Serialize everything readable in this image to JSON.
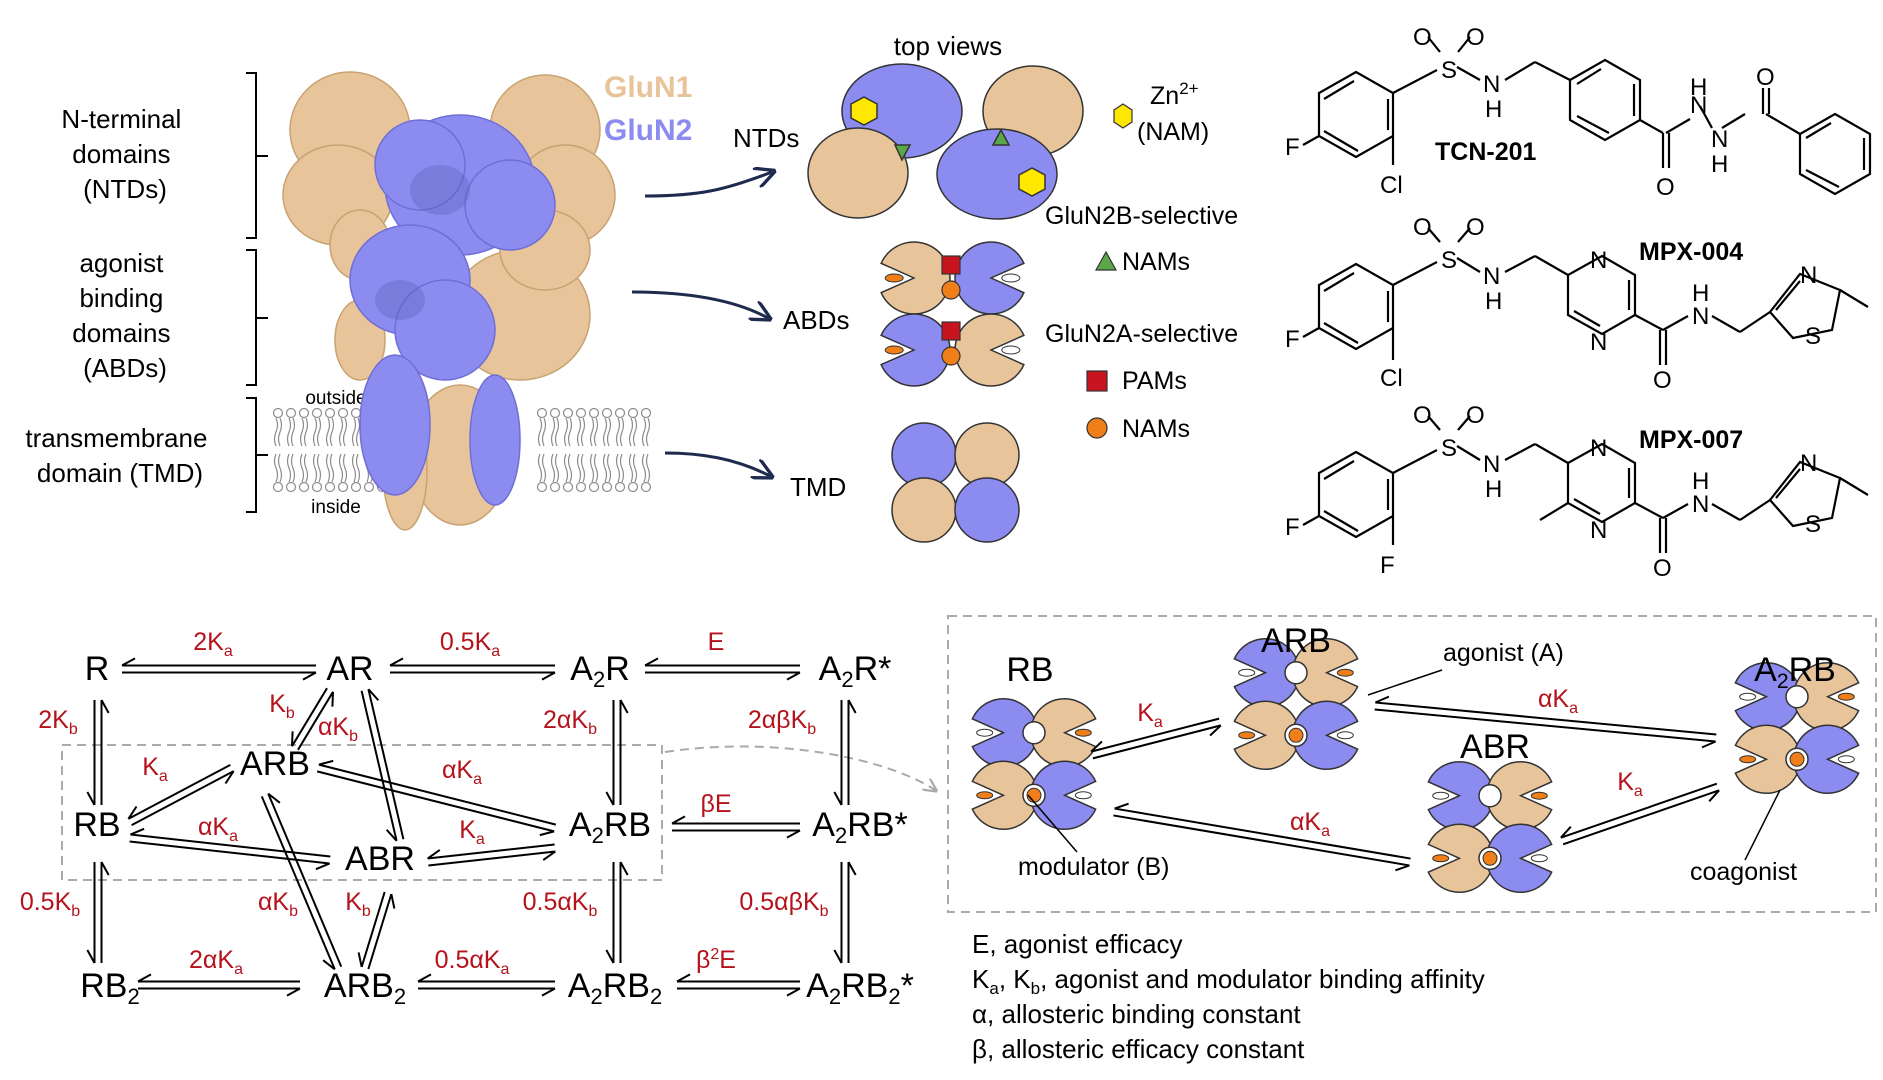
{
  "colors": {
    "glun1": "#E8C49A",
    "glun2": "#8C8CF0",
    "glun1_edge": "#B08A5E",
    "glun2_edge": "#5D5DB8",
    "arrow_navy": "#1E2A4E",
    "rate_red": "#B5121B",
    "zn": "#FFE800",
    "nam2b": "#5BA84A",
    "pam2a": "#C8141E",
    "nam2a": "#F07F1A",
    "dash": "#AAAAAA"
  },
  "structure": {
    "labels": {
      "ntd": [
        "N-terminal",
        "domains",
        "(NTDs)"
      ],
      "abd": [
        "agonist",
        "binding",
        "domains",
        "(ABDs)"
      ],
      "tmd": [
        "transmembrane",
        "domain (TMD)"
      ]
    },
    "legend": {
      "glun1": "GluN1",
      "glun2": "GluN2"
    },
    "membrane": {
      "outside": "outside",
      "inside": "inside"
    },
    "icon": "protein-surface-illustration"
  },
  "top_views": {
    "title": "top views",
    "ntd": "NTDs",
    "abd": "ABDs",
    "tmd": "TMD",
    "zn_label": "Zn",
    "zn_sup": "2+",
    "zn_sub": "(NAM)",
    "glun2b_title": "GluN2B-selective",
    "glun2b_nams": "NAMs",
    "glun2a_title": "GluN2A-selective",
    "glun2a_pams": "PAMs",
    "glun2a_nams": "NAMs"
  },
  "compounds": [
    {
      "name": "TCN-201",
      "F": "F",
      "Cl": "Cl",
      "S": "S",
      "O1": "O",
      "O2": "O",
      "N1": "N",
      "H1": "H",
      "O3": "O",
      "N2": "N",
      "H2": "H",
      "N3": "N",
      "H3": "H",
      "O4": "O"
    },
    {
      "name": "MPX-004",
      "F": "F",
      "Cl": "Cl",
      "S": "S",
      "O1": "O",
      "O2": "O",
      "N1": "N",
      "H1": "H",
      "Nr1": "N",
      "Nr2": "N",
      "O3": "O",
      "N2": "N",
      "H2": "H",
      "Nt": "N",
      "St": "S"
    },
    {
      "name": "MPX-007",
      "F": "F",
      "F2": "F",
      "S": "S",
      "O1": "O",
      "O2": "O",
      "N1": "N",
      "H1": "H",
      "Nr1": "N",
      "Nr2": "N",
      "O3": "O",
      "N2": "N",
      "H2": "H",
      "Nt": "N",
      "St": "S"
    }
  ],
  "scheme": {
    "states": {
      "R": {
        "t": "R"
      },
      "AR": {
        "t": "AR"
      },
      "A2R": {
        "t": "A",
        "s": "2",
        "u": "R"
      },
      "A2Rs": {
        "t": "A",
        "s": "2",
        "u": "R*"
      },
      "ARB": {
        "t": "ARB"
      },
      "RB": {
        "t": "RB"
      },
      "ABR": {
        "t": "ABR"
      },
      "A2RB": {
        "t": "A",
        "s": "2",
        "u": "RB"
      },
      "A2RBs": {
        "t": "A",
        "s": "2",
        "u": "RB*"
      },
      "RB2": {
        "t": "RB",
        "s": "2"
      },
      "ARB2": {
        "t": "ARB",
        "s": "2"
      },
      "A2RB2": {
        "t": "A",
        "s": "2",
        "u": "RB",
        "s2": "2"
      },
      "A2RB2s": {
        "t": "A",
        "s": "2",
        "u": "RB",
        "s2": "2",
        "v": "*"
      }
    },
    "rates": {
      "r_R_AR": {
        "t": "2K",
        "s": "a"
      },
      "r_AR_A2R": {
        "t": "0.5K",
        "s": "a"
      },
      "r_E": {
        "t": "E"
      },
      "r_R_RB": {
        "t": "2K",
        "s": "b"
      },
      "r_AR_ARB": {
        "t": "K",
        "s": "b"
      },
      "r_AR_ABR": {
        "t": "αK",
        "s": "b"
      },
      "r_A2R_A2RB": {
        "t": "2αK",
        "s": "b"
      },
      "r_A2Rs_A2RBs": {
        "t": "2αβK",
        "s": "b"
      },
      "r_RB_ARB": {
        "t": "K",
        "s": "a"
      },
      "r_ARB_A2RB": {
        "t": "αK",
        "s": "a"
      },
      "r_RB_ABR": {
        "t": "αK",
        "s": "a"
      },
      "r_ABR_A2RB": {
        "t": "K",
        "s": "a"
      },
      "r_bE": {
        "t": "βE"
      },
      "r_RB_RB2": {
        "t": "0.5K",
        "s": "b"
      },
      "r_ARB_ARB2": {
        "t": "αK",
        "s": "b"
      },
      "r_ABR_ARB2": {
        "t": "K",
        "s": "b"
      },
      "r_A2RB_A2RB2": {
        "t": "0.5αK",
        "s": "b"
      },
      "r_A2RBs_A2RB2s": {
        "t": "0.5αβK",
        "s": "b"
      },
      "r_RB2_ARB2": {
        "t": "2αK",
        "s": "a"
      },
      "r_ARB2_A2RB2": {
        "t": "0.5αK",
        "s": "a"
      },
      "r_b2E": {
        "t": "β",
        "sup": "2",
        "u": "E"
      }
    }
  },
  "inset": {
    "RB": "RB",
    "ARB": "ARB",
    "ABR": "ABR",
    "A2RB": {
      "t": "A",
      "s": "2",
      "u": "RB"
    },
    "agonist": "agonist (A)",
    "modulator": "modulator (B)",
    "coagonist": "coagonist",
    "k1": {
      "t": "K",
      "s": "a"
    },
    "k2": {
      "t": "αK",
      "s": "a"
    },
    "k3": {
      "t": "αK",
      "s": "a"
    },
    "k4": {
      "t": "K",
      "s": "a"
    }
  },
  "definitions": [
    {
      "pre": "E, agonist efficacy"
    },
    {
      "pre": "K",
      "s1": "a",
      "mid": ", K",
      "s2": "b",
      "post": ", agonist and modulator binding affinity"
    },
    {
      "pre": "α, allosteric binding constant"
    },
    {
      "pre": "β, allosteric efficacy constant"
    }
  ]
}
